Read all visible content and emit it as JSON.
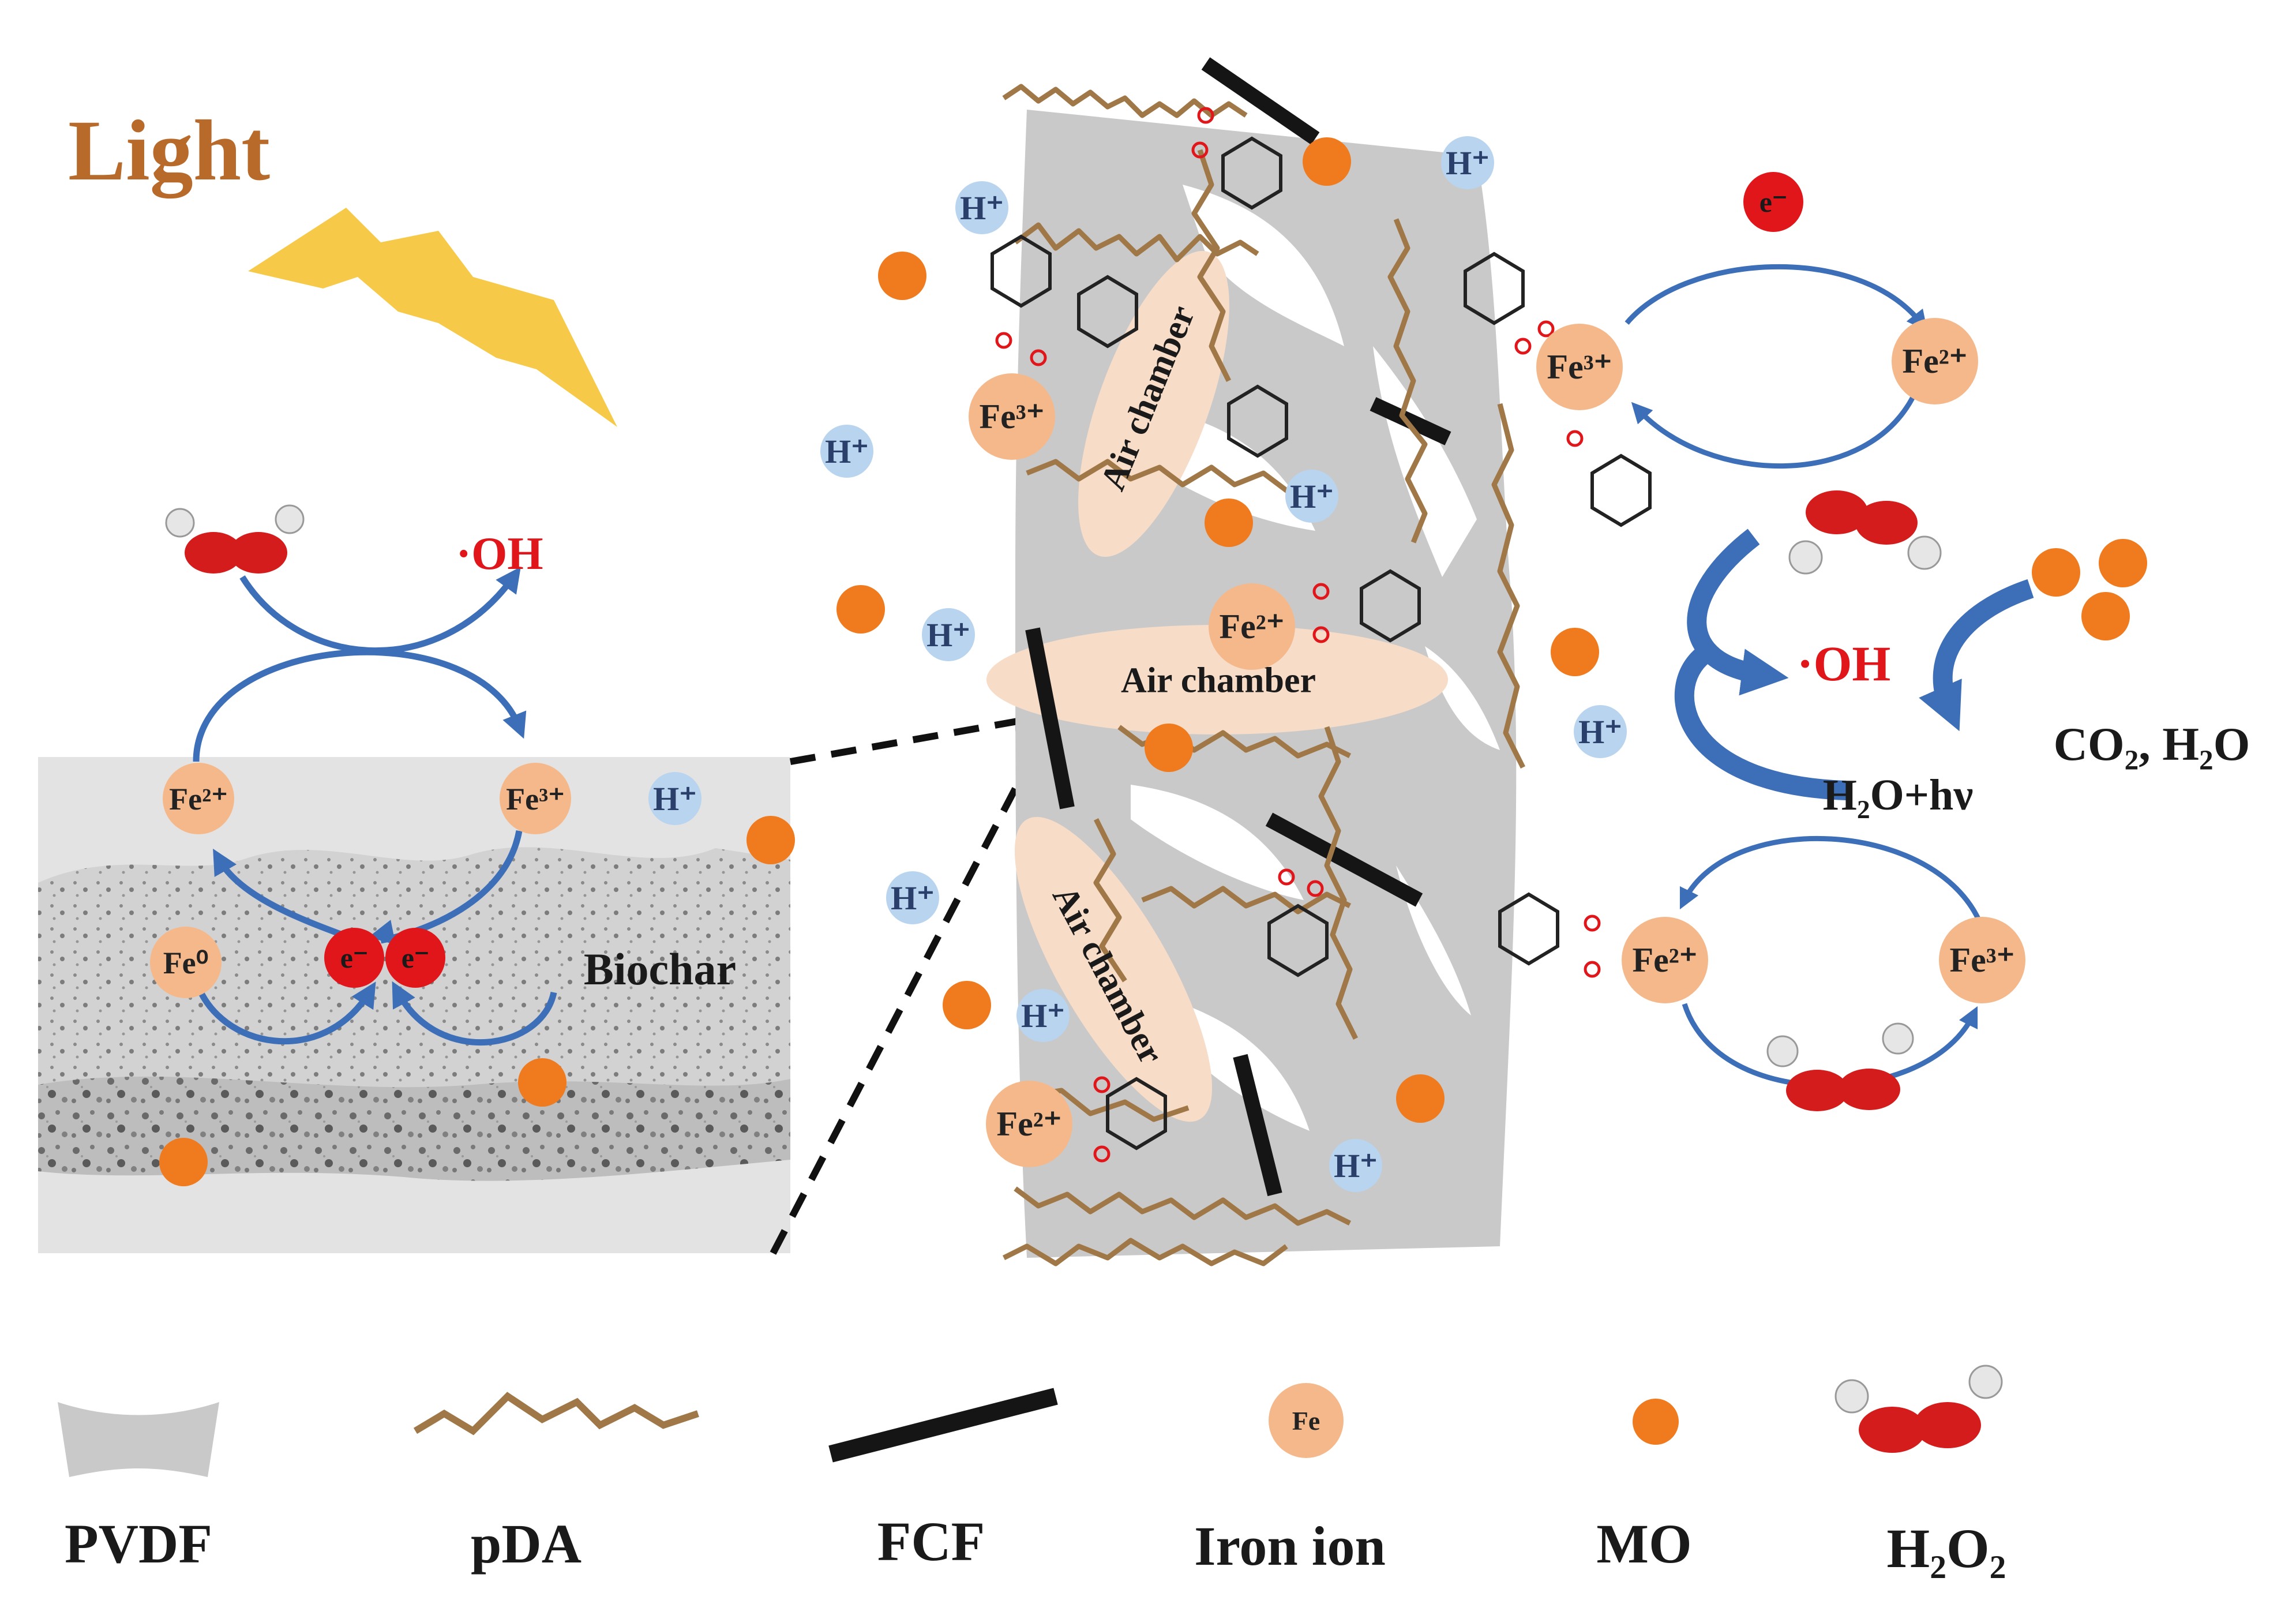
{
  "labels": {
    "light": "Light",
    "oh_left": "·OH",
    "oh_right": "·OH",
    "biochar": "Biochar",
    "air_chamber": "Air chamber",
    "co2_h2o": "CO₂, H₂O",
    "h2o_hv": "H₂O+hν",
    "h_ion": "H⁺",
    "electron": "e⁻",
    "fe_symbol": "Fe",
    "fe0": "Fe⁰",
    "fe2": "Fe²⁺",
    "fe3": "Fe³⁺"
  },
  "legend": [
    {
      "key": "pvdf",
      "label": "PVDF"
    },
    {
      "key": "pda",
      "label": "pDA"
    },
    {
      "key": "fcf",
      "label": "FCF"
    },
    {
      "key": "iron",
      "label": "Iron ion"
    },
    {
      "key": "mo",
      "label": "MO"
    },
    {
      "key": "h2o2",
      "label": "H₂O₂"
    }
  ],
  "colors": {
    "light_text": "#b86a2a",
    "lightning": "#f7c948",
    "arrow": "#3d6fb8",
    "pda": "#a07848",
    "pvdf": "#c8c8c8",
    "iron": "#f5b88a",
    "mo": "#f07a1e",
    "h_ion": "#b9d4ef",
    "electron": "#e0161b",
    "hydroxyl_text": "#e0161b"
  }
}
